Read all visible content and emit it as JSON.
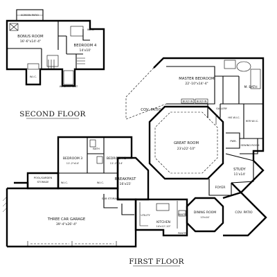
{
  "labels": {
    "second_floor": "SECOND FLOOR",
    "first_floor": "FIRST FLOOR",
    "screen_patio": "SCREEN PATIO",
    "bonus_room": "BONUS ROOM",
    "bonus_room_dims": "16'-6\"x14'-4\"",
    "bedroom4": "BEDROOM 4",
    "bedroom4_dims": "14'x10'",
    "wic": "W.I.C.",
    "window_seat": "WINDOW SEAT",
    "master_bedroom": "MASTER BEDROOM",
    "master_bedroom_dims": "22'-10\"x14'-4\"",
    "m_bath": "M. BATH",
    "cov_patio": "COV. PATIO",
    "built_in": "BUILT-IN",
    "gallery": "GALLERY",
    "his_wic": "HIS W.I.C.",
    "her_wic": "HER W.I.C.",
    "great_room": "GREAT ROOM",
    "great_room_dims": "23'x22'-10\"",
    "pwr": "PWR.",
    "sewing_room": "SEWING ROOM",
    "study": "STUDY",
    "study_dims": "11'x14'",
    "foyer": "FOYER",
    "dining_room": "DINING ROOM",
    "dining_room_dims": "13'x14'",
    "cov_patio_2": "COV. PATIO",
    "kitchen": "KITCHEN",
    "kitchen_dims": "14'x12'-10\"",
    "pantry": "PANTRY",
    "utility": "UTILITY",
    "breakfast": "BREAKFAST",
    "breakfast_dims": "16'x15'",
    "bedroom3": "BEDROOM 3",
    "bedroom3_dims": "11'-2\"x14'",
    "bedroom2": "BEDROOM 2",
    "bedroom2_dims": "11'-2\"x14'",
    "bath": "BATH",
    "pool_storage": "POOL/GARDEN",
    "storage": "STORAGE",
    "garage": "THREE CAR GARAGE",
    "garage_dims": "39'-4\"x26'-4\"",
    "sub_storage": "SUB STORAGE",
    "wic_small": "W.I.C."
  }
}
